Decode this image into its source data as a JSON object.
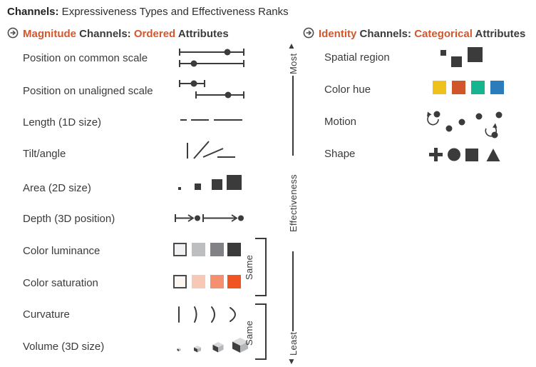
{
  "title": {
    "bold": "Channels:",
    "rest": " Expressiveness Types and Effectiveness Ranks"
  },
  "colors": {
    "accent_orange": "#d4572c",
    "glyph_dark": "#3b3b3c",
    "text_dark": "#3b3b3c",
    "cube_top": "#d9dadb",
    "cube_right": "#b4b6b8",
    "cube_left": "#3f3f41"
  },
  "left_panel": {
    "header": {
      "icon": "arrow-right-circle-icon",
      "part1": "Magnitude",
      "part2": " Channels: ",
      "part3": "Ordered",
      "part4": " Attributes"
    },
    "rows": [
      {
        "label": "Position on common scale",
        "glyph": "aligned-scale-dot-lines-icon"
      },
      {
        "label": "Position on unaligned scale",
        "glyph": "unaligned-scale-dot-lines-icon"
      },
      {
        "label": "Length (1D size)",
        "glyph": "line-lengths-icon"
      },
      {
        "label": "Tilt/angle",
        "glyph": "tilted-lines-icon"
      },
      {
        "label": "Area (2D size)",
        "glyph": "growing-squares-icon"
      },
      {
        "label": "Depth (3D position)",
        "glyph": "depth-arrows-icon"
      },
      {
        "label": "Color luminance",
        "glyph": "luminance-ramp-icon",
        "swatches": [
          "#f0f1f2",
          "#bcbec0",
          "#808285",
          "#3b3b3c"
        ]
      },
      {
        "label": "Color saturation",
        "glyph": "saturation-ramp-icon",
        "swatches": [
          "#fdf6f1",
          "#f7c8b6",
          "#f4906f",
          "#f05423"
        ]
      },
      {
        "label": "Curvature",
        "glyph": "curvature-arcs-icon"
      },
      {
        "label": "Volume (3D size)",
        "glyph": "growing-cubes-icon"
      }
    ]
  },
  "right_panel": {
    "header": {
      "icon": "arrow-right-circle-icon",
      "part1": "Identity",
      "part2": " Channels: ",
      "part3": "Categorical",
      "part4": " Attributes"
    },
    "rows": [
      {
        "label": "Spatial region",
        "glyph": "scattered-squares-icon"
      },
      {
        "label": "Color hue",
        "glyph": "hue-swatches-icon",
        "swatches": [
          "#efc11c",
          "#d0552a",
          "#17b58f",
          "#2a7cba"
        ]
      },
      {
        "label": "Motion",
        "glyph": "moving-dots-icon"
      },
      {
        "label": "Shape",
        "glyph": "plus-circle-square-triangle-icon"
      }
    ]
  },
  "axis": {
    "top_arrow": "▲",
    "most_label": "Most",
    "axis_label": "Effectiveness",
    "least_label": "Least",
    "bottom_arrow": "▼"
  },
  "brackets": [
    {
      "label": "Same"
    },
    {
      "label": "Same"
    }
  ]
}
